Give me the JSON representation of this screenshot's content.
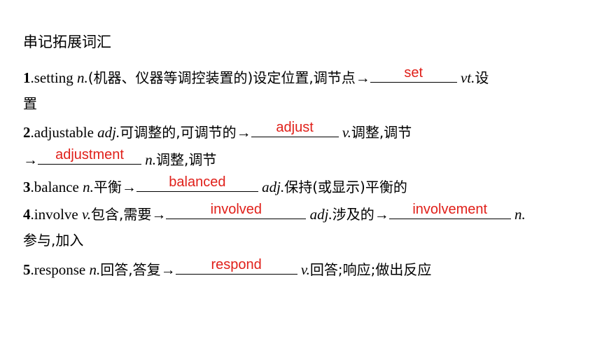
{
  "heading": "串记拓展词汇",
  "items": [
    {
      "num": "1",
      "word": ".setting ",
      "pos": "n.",
      "meaning": "(机器、仪器等调控装置的)设定位置,调节点",
      "arrow": "→",
      "answer": "set",
      "pos2": " vt.",
      "meaning2": "设",
      "wrap": "置"
    },
    {
      "num": "2",
      "word": ".adjustable ",
      "pos": "adj.",
      "meaning": "可调整的,可调节的",
      "arrow": "→",
      "answer": "adjust",
      "pos2": " v.",
      "meaning2": "调整,调节",
      "arrow2": "→",
      "answer2": "adjustment",
      "pos3": " n.",
      "meaning3": "调整,调节"
    },
    {
      "num": "3",
      "word": ".balance ",
      "pos": "n.",
      "meaning": "平衡",
      "arrow": "→",
      "answer": "balanced",
      "pos2": " adj.",
      "meaning2": "保持(或显示)平衡的"
    },
    {
      "num": "4",
      "word": ".involve ",
      "pos": "v.",
      "meaning": "包含,需要",
      "arrow": "→",
      "answer": "involved",
      "pos2": " adj.",
      "meaning2": "涉及的",
      "arrow2": "→",
      "answer2": "involvement",
      "pos3": " n.",
      "wrap": "参与,加入"
    },
    {
      "num": "5",
      "word": ".response ",
      "pos": "n.",
      "meaning": "回答,答复",
      "arrow": "→",
      "answer": "respond",
      "pos2": " v.",
      "meaning2": "回答;响应;做出反应"
    }
  ]
}
